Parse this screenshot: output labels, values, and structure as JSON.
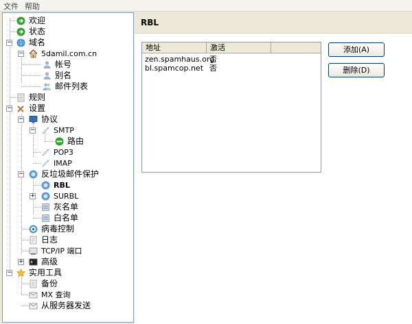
{
  "menu": [
    "文件",
    "帮助"
  ],
  "tree": {
    "welcome": "欢迎",
    "status": "状态",
    "domains": "域名",
    "domain_name": "5damil.com.cn",
    "accounts": "帐号",
    "aliases": "别名",
    "mailing_lists": "邮件列表",
    "rules": "规则",
    "settings": "设置",
    "protocols": "协议",
    "smtp": "SMTP",
    "routes": "路由",
    "pop3": "POP3",
    "imap": "IMAP",
    "antispam": "反垃圾邮件保护",
    "rbl": "RBL",
    "surbl": "SURBL",
    "greylist": "灰名单",
    "whitelist": "白名单",
    "antivirus": "病毒控制",
    "logging": "日志",
    "tcpip_ports": "TCP/IP 端口",
    "advanced": "高级",
    "utilities": "实用工具",
    "backup": "备份",
    "mx_query": "MX 查询",
    "send_from_server": "从服务器发送"
  },
  "panel": {
    "title": "RBL",
    "columns": [
      "地址",
      "激活"
    ],
    "rows": [
      {
        "address": "zen.spamhaus.org",
        "active": "否"
      },
      {
        "address": "bl.spamcop.net",
        "active": "否"
      }
    ],
    "add_button": "添加(A)",
    "remove_button": "删除(D)"
  }
}
